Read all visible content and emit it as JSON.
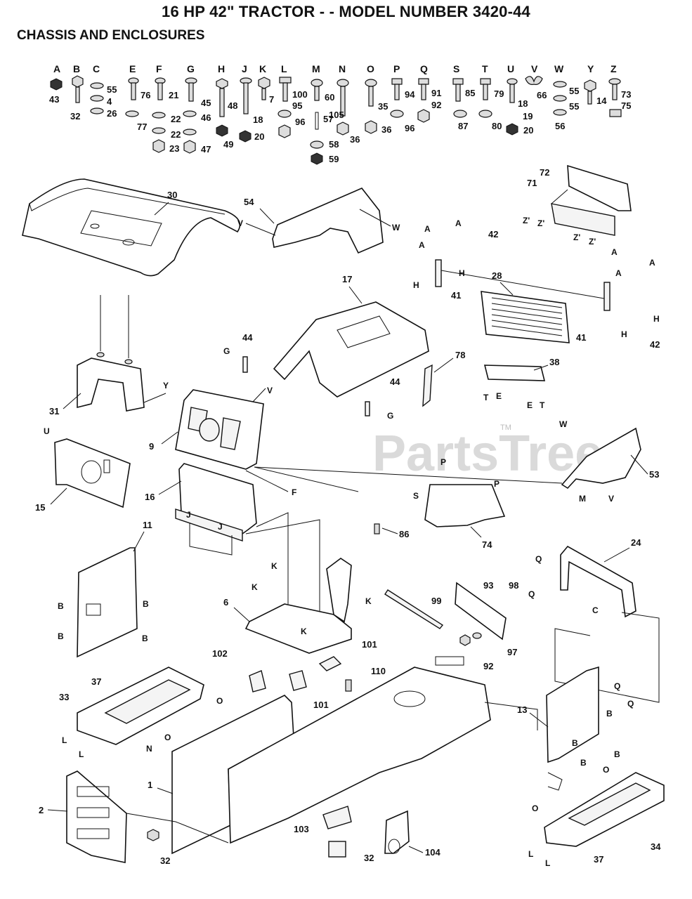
{
  "title": "16 HP 42\" TRACTOR - - MODEL NUMBER 3420-44",
  "subtitle": "CHASSIS AND ENCLOSURES",
  "watermark": "PartsTree",
  "watermark_tm": "TM",
  "hardware_letters": [
    "A",
    "B",
    "C",
    "E",
    "F",
    "G",
    "H",
    "J",
    "K",
    "L",
    "M",
    "N",
    "O",
    "P",
    "Q",
    "S",
    "T",
    "U",
    "V",
    "W",
    "Y",
    "Z"
  ],
  "hardware_numbers": [
    "43",
    "32",
    "55",
    "4",
    "26",
    "76",
    "77",
    "21",
    "22",
    "22",
    "23",
    "45",
    "46",
    "47",
    "48",
    "49",
    "18",
    "20",
    "7",
    "100",
    "95",
    "96",
    "60",
    "57",
    "58",
    "59",
    "105",
    "36",
    "35",
    "36",
    "94",
    "96",
    "91",
    "92",
    "85",
    "87",
    "79",
    "80",
    "18",
    "19",
    "20",
    "66",
    "55",
    "55",
    "56",
    "14",
    "73",
    "75"
  ],
  "part_numbers": [
    "30",
    "54",
    "72",
    "71",
    "42",
    "28",
    "17",
    "41",
    "41",
    "42",
    "44",
    "44",
    "78",
    "38",
    "31",
    "9",
    "53",
    "15",
    "16",
    "74",
    "86",
    "11",
    "24",
    "6",
    "99",
    "93",
    "98",
    "97",
    "92",
    "101",
    "102",
    "101",
    "110",
    "37",
    "33",
    "13",
    "1",
    "34",
    "2",
    "32",
    "37",
    "103",
    "32",
    "104"
  ],
  "ref_letters": [
    "V",
    "W",
    "Z'",
    "Z'",
    "Z'",
    "Z'",
    "A",
    "A",
    "A",
    "A",
    "A",
    "A",
    "H",
    "H",
    "H",
    "H",
    "G",
    "G",
    "Y",
    "V",
    "T",
    "E",
    "E",
    "T",
    "U",
    "F",
    "W",
    "M",
    "V",
    "P",
    "P",
    "S",
    "J",
    "J",
    "K",
    "K",
    "K",
    "K",
    "B",
    "B",
    "B",
    "B",
    "Q",
    "Q",
    "C",
    "O",
    "O",
    "L",
    "L",
    "N",
    "Q",
    "Q",
    "B",
    "B",
    "B",
    "B",
    "O",
    "O",
    "L",
    "L"
  ]
}
